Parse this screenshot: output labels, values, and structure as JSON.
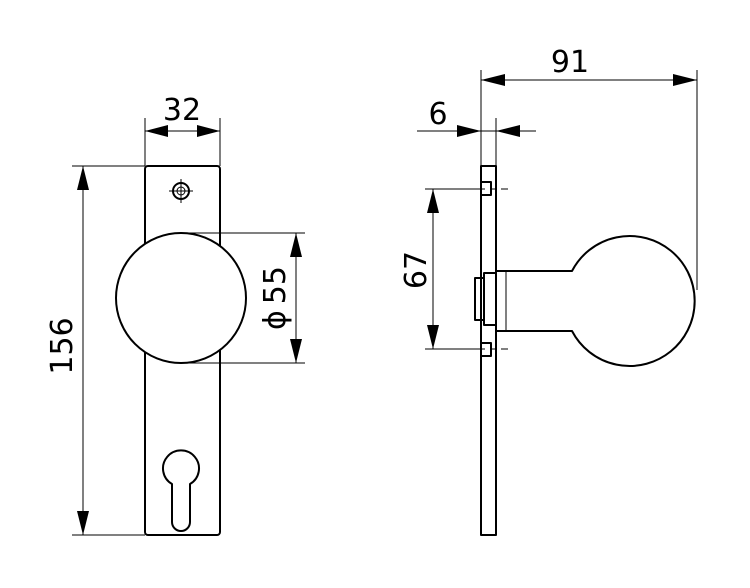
{
  "dimensions": {
    "plate_width": "32",
    "plate_height": "156",
    "knob_diameter_symbol": "ϕ",
    "knob_diameter": "55",
    "depth_total": "91",
    "plate_thickness": "6",
    "screw_spacing": "67"
  }
}
